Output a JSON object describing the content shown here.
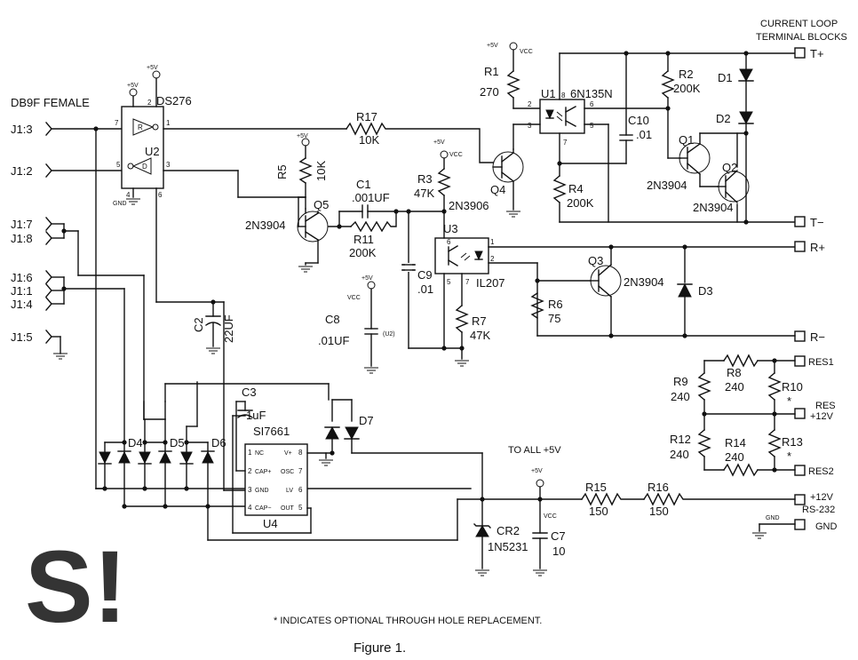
{
  "connector": {
    "title": "DB9F FEMALE",
    "pins": [
      "J1:3",
      "J1:2",
      "J1:7",
      "J1:8",
      "J1:6",
      "J1:1",
      "J1:4",
      "J1:5"
    ]
  },
  "terminal_blocks": {
    "title_line1": "CURRENT LOOP",
    "title_line2": "TERMINAL BLOCKS",
    "t_plus": "T+",
    "t_minus": "T−",
    "r_plus": "R+",
    "r_minus": "R−",
    "res1": "RES1",
    "res": "RES",
    "res_plus12": "+12V",
    "res2": "RES2",
    "plus12": "+12V",
    "rs232": "RS-232",
    "gnd": "GND"
  },
  "power": {
    "plus5v": "+5V",
    "vcc": "VCC",
    "gnd_small": "GND",
    "to_all": "TO ALL +5V"
  },
  "ic": {
    "u2_name": "DS276",
    "u2_ref": "U2",
    "u2_r": "R",
    "u2_d": "D",
    "u2_gnd": "GND",
    "u2_pins": [
      "7",
      "2",
      "1",
      "5",
      "3",
      "4",
      "6"
    ],
    "u1_ref": "U1",
    "u1_name": "6N135N",
    "u1_pins": [
      "2",
      "8",
      "6",
      "3",
      "5",
      "7"
    ],
    "u3_ref": "U3",
    "u3_name": "IL207",
    "u3_pins": [
      "6",
      "1",
      "2",
      "5",
      "7"
    ],
    "u4_ref": "U4",
    "u4_name": "SI7661",
    "u4_pins": [
      "1",
      "2",
      "3",
      "4",
      "8",
      "7",
      "6",
      "5"
    ],
    "u4_pin_labels": [
      "NC",
      "CAP+",
      "GND",
      "CAP−",
      "V+",
      "OSC",
      "LV",
      "OUT"
    ]
  },
  "resistors": {
    "r1": [
      "R1",
      "270"
    ],
    "r2": [
      "R2",
      "200K"
    ],
    "r3": [
      "R3",
      "47K"
    ],
    "r4": [
      "R4",
      "200K"
    ],
    "r5": [
      "R5",
      "10K"
    ],
    "r6": [
      "R6",
      "75"
    ],
    "r7": [
      "R7",
      "47K"
    ],
    "r8": [
      "R8",
      "240"
    ],
    "r9": [
      "R9",
      "240"
    ],
    "r10": [
      "R10",
      "*"
    ],
    "r11": [
      "R11",
      "200K"
    ],
    "r12": [
      "R12",
      "240"
    ],
    "r13": [
      "R13",
      "*"
    ],
    "r14": [
      "R14",
      "240"
    ],
    "r15": [
      "R15",
      "150"
    ],
    "r16": [
      "R16",
      "150"
    ],
    "r17": [
      "R17",
      "10K"
    ]
  },
  "capacitors": {
    "c1": [
      "C1",
      ".001UF"
    ],
    "c2": [
      "C2",
      "22UF"
    ],
    "c3": [
      "C3",
      "1uF"
    ],
    "c7": [
      "C7",
      "10"
    ],
    "c8": [
      "C8",
      ".01UF",
      "(U2)"
    ],
    "c9": [
      "C9",
      ".01"
    ],
    "c10": [
      "C10",
      ".01"
    ]
  },
  "transistors": {
    "q1": [
      "Q1",
      "2N3904"
    ],
    "q2": [
      "Q2",
      "2N3904"
    ],
    "q3": [
      "Q3",
      "2N3904"
    ],
    "q4": [
      "Q4",
      "2N3906"
    ],
    "q5": [
      "Q5",
      "2N3904"
    ]
  },
  "diodes": {
    "d1": "D1",
    "d2": "D2",
    "d3": "D3",
    "d4": "D4",
    "d5": "D5",
    "d6": "D6",
    "d7": "D7",
    "cr2": [
      "CR2",
      "1N5231"
    ]
  },
  "footnote": "* INDICATES OPTIONAL THROUGH HOLE REPLACEMENT.",
  "caption": "Figure 1.",
  "watermark": {
    "text": "S!",
    "color": "#f0a060"
  }
}
